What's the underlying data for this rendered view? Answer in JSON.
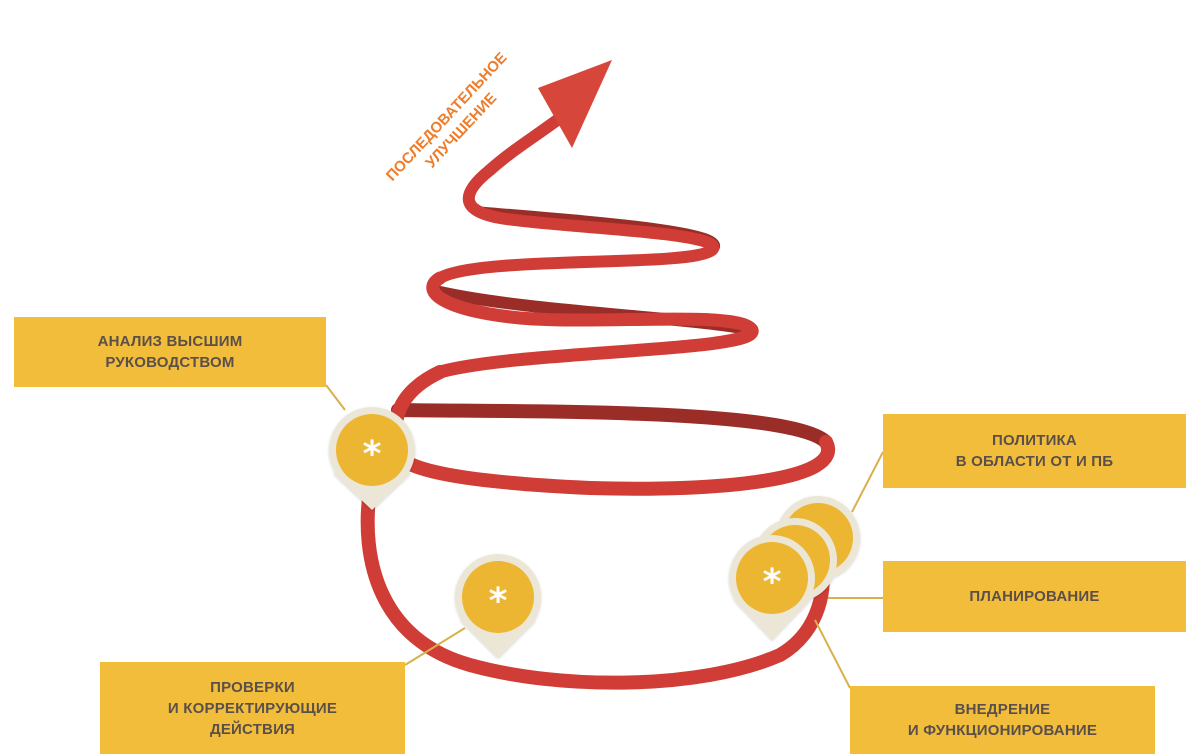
{
  "colors": {
    "ribbon_front": "#cf3d36",
    "ribbon_back": "#9a2d28",
    "arrow": "#d6463b",
    "arrow_text": "#ee7d2b",
    "label_bg": "#f3bd3c",
    "label_text": "#5b4f49",
    "marker_fill": "#ecb632",
    "marker_ring": "#ebe6d6",
    "connector": "#d9b04a"
  },
  "arrow": {
    "line1": "ПОСЛЕДОВАТЕЛЬНОЕ",
    "line2": "УЛУЧШЕНИЕ"
  },
  "labels": {
    "analysis": "АНАЛИЗ ВЫСШИМ\nРУКОВОДСТВОМ",
    "policy": "ПОЛИТИКА\nВ ОБЛАСТИ ОТ И ПБ",
    "planning": "ПЛАНИРОВАНИЕ",
    "implementation": "ВНЕДРЕНИЕ\nИ ФУНКЦИОНИРОВАНИЕ",
    "checks": "ПРОВЕРКИ\nИ КОРРЕКТИРУЮЩИЕ\nДЕЙСТВИЯ"
  },
  "icons": {
    "marker": "asterisk-icon",
    "marker_glyph": "*"
  }
}
